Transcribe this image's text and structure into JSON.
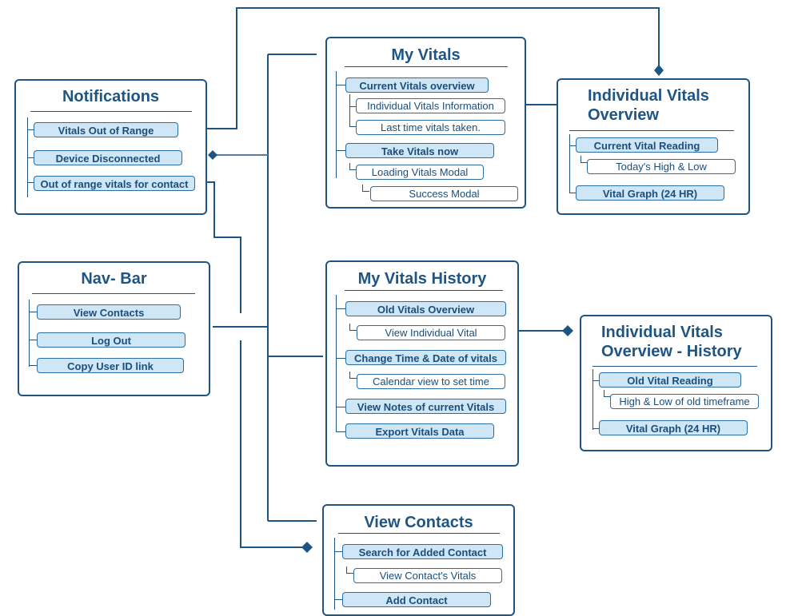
{
  "notifications": {
    "title": "Notifications",
    "items": [
      "Vitals Out of Range",
      "Device Disconnected",
      "Out of range vitals for contact"
    ]
  },
  "navbar": {
    "title": "Nav- Bar",
    "items": [
      "View Contacts",
      "Log Out",
      "Copy User ID link"
    ]
  },
  "my_vitals": {
    "title": "My Vitals",
    "current_overview": "Current Vitals overview",
    "individual_info": "Individual Vitals Information",
    "last_time": "Last time vitals taken.",
    "take_vitals": "Take Vitals now",
    "loading_modal": "Loading Vitals Modal",
    "success_modal": "Success Modal"
  },
  "individual_overview": {
    "title_line1": "Individual Vitals",
    "title_line2": "Overview",
    "current_reading": "Current Vital Reading",
    "high_low": "Today's High & Low",
    "graph": "Vital Graph (24 HR)"
  },
  "history": {
    "title": "My Vitals History",
    "old_overview": "Old Vitals Overview",
    "view_individual": "View Individual Vital",
    "change_time": "Change Time & Date of vitals",
    "calendar": "Calendar view to set time",
    "view_notes": "View Notes of current Vitals",
    "export": "Export Vitals Data"
  },
  "history_overview": {
    "title_line1": "Individual Vitals",
    "title_line2": "Overview - History",
    "old_reading": "Old Vital Reading",
    "high_low": "High & Low of old timeframe",
    "graph": "Vital Graph (24 HR)"
  },
  "contacts": {
    "title": "View Contacts",
    "search": "Search for Added Contact",
    "view_vitals": "View Contact's Vitals",
    "add": "Add Contact"
  },
  "colors": {
    "stroke": "#1f5584",
    "pill_fill": "#cfe6f7"
  }
}
